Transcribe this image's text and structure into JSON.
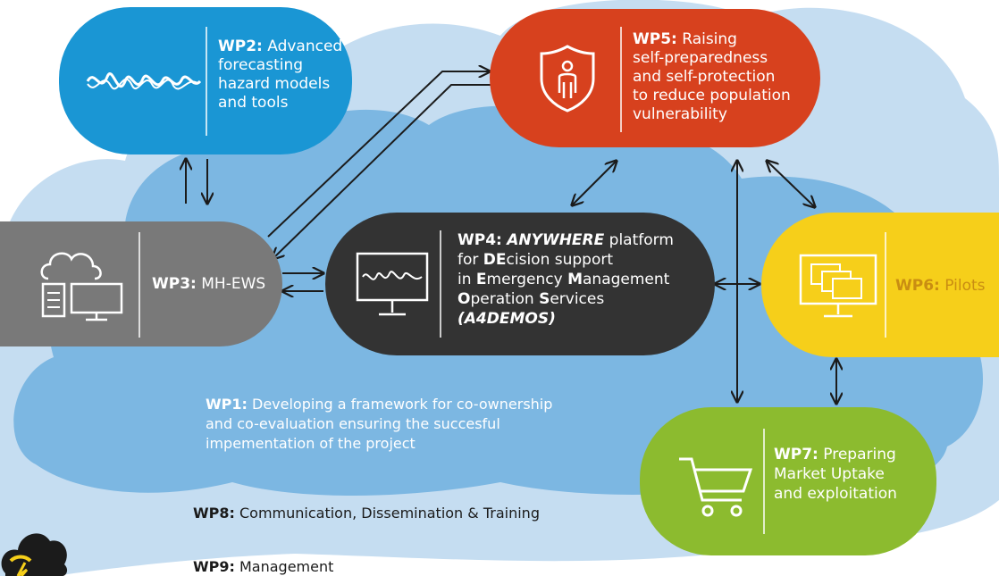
{
  "colors": {
    "wp2": "#1a96d4",
    "wp5": "#d7411e",
    "wp3": "#797979",
    "wp4": "#333333",
    "wp6": "#f6cf1a",
    "wp7": "#8cbb2f",
    "cloud_light": "#c5ddf1",
    "cloud_mid": "#7cb7e2",
    "wp1_text": "#ffffff",
    "wp8_text": "#1b1b1b",
    "wp6_accent": "#c98d12"
  },
  "wp2": {
    "id": "WP2:",
    "line1": "Advanced",
    "line2": "forecasting",
    "line3": "hazard models",
    "line4": "and tools",
    "icon": "waveform-icon"
  },
  "wp5": {
    "id": "WP5:",
    "line1": "Raising",
    "line2": "self-preparedness",
    "line3": "and self-protection",
    "line4": "to reduce population",
    "line5": "vulnerability",
    "icon": "shield-person-icon"
  },
  "wp3": {
    "id": "WP3:",
    "name": "MH-EWS",
    "icon": "cloud-computer-icon"
  },
  "wp4": {
    "id": "WP4:",
    "l1_italic": "ANYWHERE",
    "l1_rest": "platform",
    "l2_pre": "for ",
    "l2_bold": "DE",
    "l2_rest": "cision support",
    "l3_pre": "in ",
    "l3_b1": "E",
    "l3_m1": "mergency ",
    "l3_b2": "M",
    "l3_m2": "anagement",
    "l4_b1": "O",
    "l4_m1": "peration ",
    "l4_b2": "S",
    "l4_m2": "ervices",
    "l5": "(A4DEMOS)",
    "icon": "monitor-waveform-icon"
  },
  "wp6": {
    "id": "WP6:",
    "name": "Pilots",
    "icon": "monitor-windows-icon"
  },
  "wp7": {
    "id": "WP7:",
    "line1": "Preparing",
    "line2": "Market Uptake",
    "line3": "and exploitation",
    "icon": "shopping-cart-icon"
  },
  "wp1": {
    "id": "WP1:",
    "line1_rest": "Developing a framework for co-ownership",
    "line2": "and co-evaluation ensuring the succesful",
    "line3": "impementation of the project"
  },
  "wp8": {
    "id": "WP8:",
    "rest": "Communication, Dissemination & Training"
  },
  "wp9": {
    "id": "WP9:",
    "rest": "Management"
  },
  "logo": {
    "icon": "storm-cloud-logo-icon"
  }
}
